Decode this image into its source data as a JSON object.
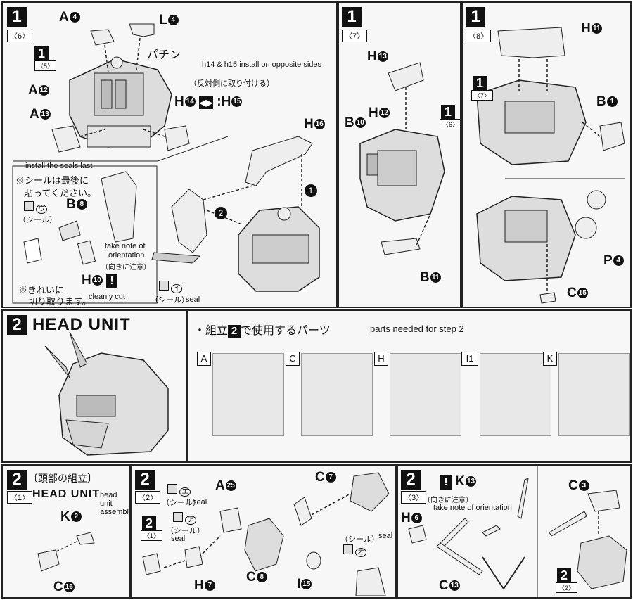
{
  "panel6": {
    "step": "1",
    "sub": "〈6〉",
    "labels": {
      "a4": "A",
      "l4": "L",
      "a12": "A",
      "a13": "A",
      "b8": "B",
      "h10": "H",
      "h14": "H",
      "h15": "H",
      "h16": "H"
    },
    "nums": {
      "a4": "4",
      "l4": "4",
      "a12": "12",
      "a13": "13",
      "b8": "8",
      "h10": "10",
      "h14": "14",
      "h15": "15",
      "h16": "16"
    },
    "sfx": "パチン",
    "prev_step": "1",
    "prev_sub": "〈5〉",
    "opposite_note": "h14 & h15 install on opposite sides",
    "opposite_jp": "（反対側に取り付ける）",
    "seals_last_note": "install the seals last",
    "seals_last_jp1": "※シールは最後に",
    "seals_last_jp2": "貼ってください。",
    "seal_u_mark": "ウ",
    "seal_jp": "（シール）",
    "orientation_note1": "take note of",
    "orientation_note2": "orientation",
    "orientation_jp": "（向きに注意）",
    "cleanly_jp1": "※きれいに",
    "cleanly_jp2": "切り取ります。",
    "cleanly_cut": "cleanly cut",
    "seal_i_mark": "イ",
    "seal_label": "seal",
    "arrow1": "1",
    "arrow2": "2"
  },
  "panel7": {
    "step": "1",
    "sub": "〈7〉",
    "labels": {
      "h13": "H",
      "h12": "H",
      "b10": "B",
      "b11": "B"
    },
    "nums": {
      "h13": "13",
      "h12": "12",
      "b10": "10",
      "b11": "11"
    },
    "ref_step": "1",
    "ref_sub": "〈6〉"
  },
  "panel8": {
    "step": "1",
    "sub": "〈8〉",
    "labels": {
      "h11": "H",
      "b1": "B",
      "p4": "P",
      "c15": "C"
    },
    "nums": {
      "h11": "11",
      "b1": "1",
      "p4": "4",
      "c15": "15"
    },
    "ref_step": "1",
    "ref_sub": "〈7〉"
  },
  "head_unit": {
    "step": "2",
    "title": "HEAD UNIT",
    "parts_jp": "・組立",
    "parts_jp2": "で使用するパーツ",
    "parts_en": "parts needed for step 2",
    "runners": [
      "A",
      "C",
      "H",
      "I1",
      "K"
    ]
  },
  "panel21": {
    "step": "2",
    "sub": "〈1〉",
    "title_jp": "〔頭部の組立〕",
    "title": "HEAD UNIT",
    "note": "head unit assembly",
    "labels": {
      "k2": "K",
      "c16": "C"
    },
    "nums": {
      "k2": "2",
      "c16": "16"
    }
  },
  "panel22": {
    "step": "2",
    "sub": "〈2〉",
    "labels": {
      "a25": "A",
      "h7": "H",
      "c8": "C",
      "c7": "C",
      "i15": "I"
    },
    "nums": {
      "a25": "25",
      "h7": "7",
      "c8": "8",
      "c7": "7",
      "i15": "15"
    },
    "seal_e": "エ",
    "seal_a": "ア",
    "seal_o": "オ",
    "seal_jp": "（シール）",
    "seal": "seal",
    "ref_step": "2",
    "ref_sub": "〈1〉"
  },
  "panel23": {
    "step": "2",
    "sub": "〈3〉",
    "labels": {
      "k13": "K",
      "h6": "H",
      "c13": "C",
      "c3": "C"
    },
    "nums": {
      "k13": "13",
      "h6": "6",
      "c13": "13",
      "c3": "3"
    },
    "orientation_jp": "（向きに注意）",
    "orientation": "take note of orientation",
    "ref_step": "2",
    "ref_sub": "〈2〉"
  }
}
